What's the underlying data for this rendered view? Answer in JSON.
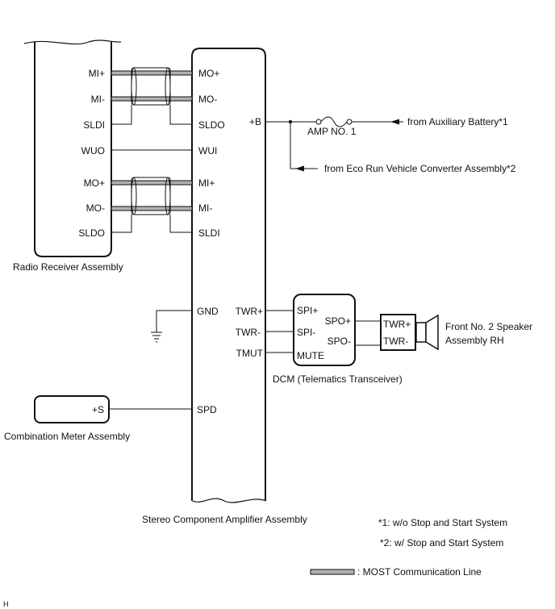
{
  "radio": {
    "label": "Radio Receiver Assembly",
    "pins": [
      "MI+",
      "MI-",
      "SLDI",
      "WUO",
      "MO+",
      "MO-",
      "SLDO"
    ]
  },
  "amp": {
    "label": "Stereo Component Amplifier Assembly",
    "left_pins": [
      "MO+",
      "MO-",
      "SLDO",
      "WUI",
      "MI+",
      "MI-",
      "SLDI",
      "GND",
      "SPD"
    ],
    "right_pins": [
      "+B",
      "TWR+",
      "TWR-",
      "TMUT"
    ]
  },
  "power": {
    "fuse": "AMP NO. 1",
    "from_aux": "from Auxiliary Battery*1",
    "from_eco": "from Eco Run Vehicle Converter Assembly*2"
  },
  "dcm": {
    "label": "DCM (Telematics Transceiver)",
    "pins": [
      "SPI+",
      "SPI-",
      "MUTE",
      "SPO+",
      "SPO-"
    ]
  },
  "speaker": {
    "label_line1": "Front No. 2 Speaker",
    "label_line2": "Assembly RH",
    "pins": [
      "TWR+",
      "TWR-"
    ]
  },
  "meter": {
    "label": "Combination Meter Assembly",
    "pin": "+S"
  },
  "notes": {
    "note1": "*1: w/o Stop and Start System",
    "note2": "*2: w/ Stop and Start System",
    "legend": ": MOST Communication Line"
  },
  "corner_mark": "H"
}
